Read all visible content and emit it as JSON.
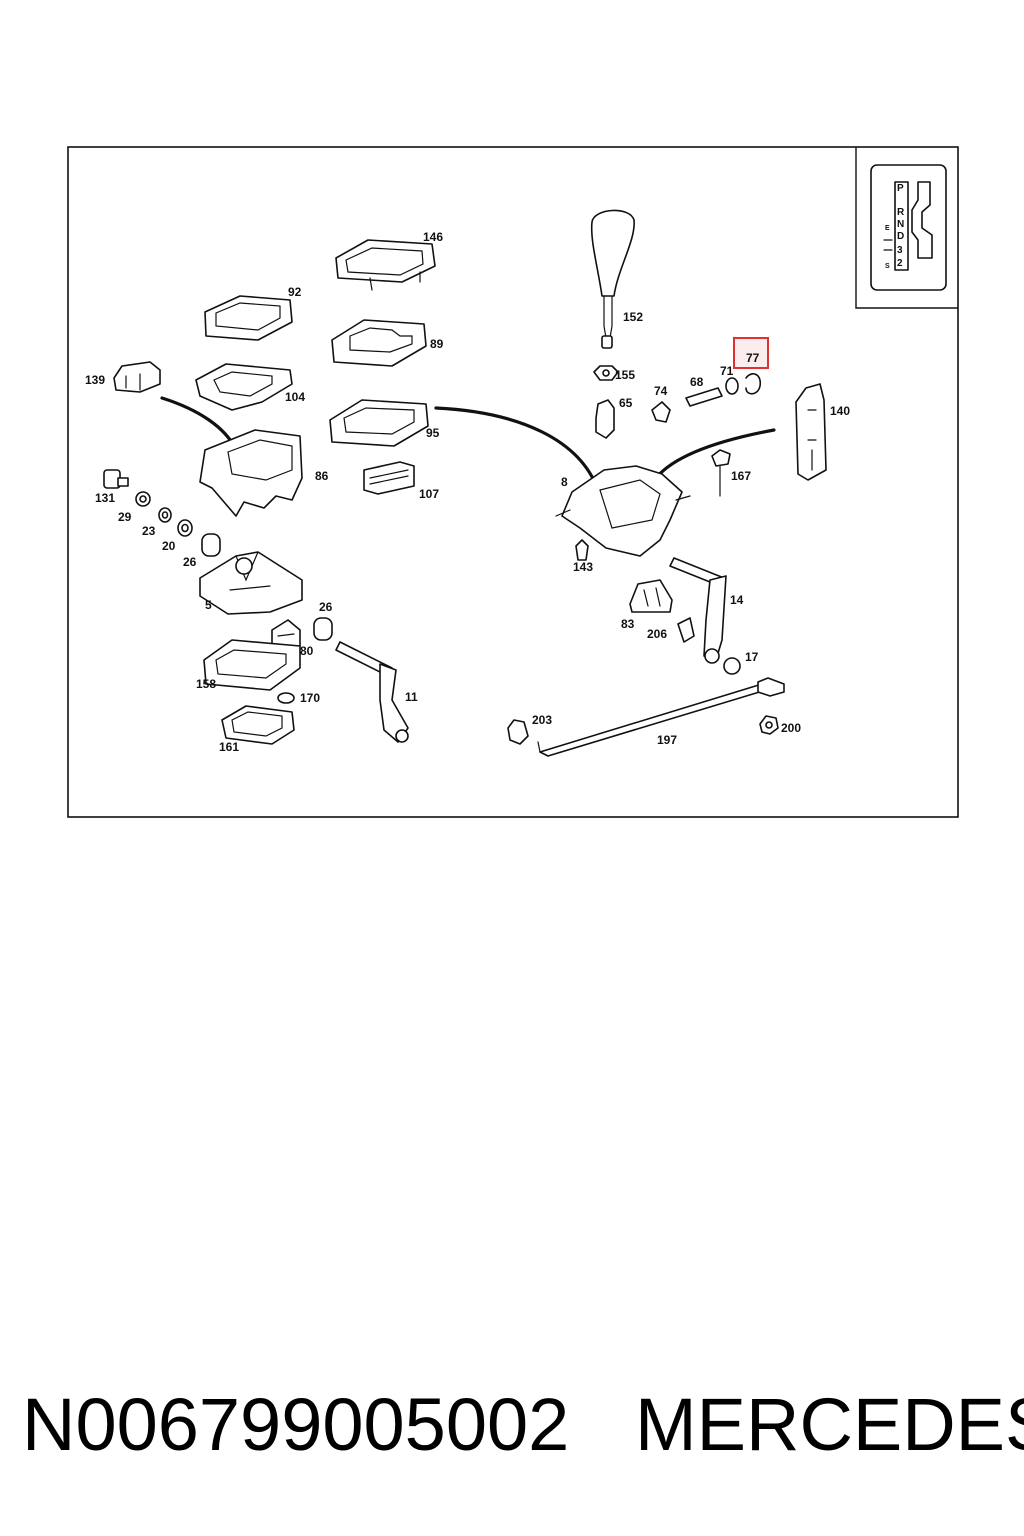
{
  "diagram": {
    "parts": [
      {
        "id": "p146",
        "label": "146"
      },
      {
        "id": "p92",
        "label": "92"
      },
      {
        "id": "p89",
        "label": "89"
      },
      {
        "id": "p139",
        "label": "139"
      },
      {
        "id": "p104",
        "label": "104"
      },
      {
        "id": "p95",
        "label": "95"
      },
      {
        "id": "p86",
        "label": "86"
      },
      {
        "id": "p107",
        "label": "107"
      },
      {
        "id": "p131",
        "label": "131"
      },
      {
        "id": "p29",
        "label": "29"
      },
      {
        "id": "p23",
        "label": "23"
      },
      {
        "id": "p20",
        "label": "20"
      },
      {
        "id": "p26a",
        "label": "26"
      },
      {
        "id": "p5",
        "label": "5"
      },
      {
        "id": "p26b",
        "label": "26"
      },
      {
        "id": "p80",
        "label": "80"
      },
      {
        "id": "p158",
        "label": "158"
      },
      {
        "id": "p170",
        "label": "170"
      },
      {
        "id": "p11",
        "label": "11"
      },
      {
        "id": "p161",
        "label": "161"
      },
      {
        "id": "p152",
        "label": "152"
      },
      {
        "id": "p77",
        "label": "77"
      },
      {
        "id": "p155",
        "label": "155"
      },
      {
        "id": "p74",
        "label": "74"
      },
      {
        "id": "p68",
        "label": "68"
      },
      {
        "id": "p71",
        "label": "71"
      },
      {
        "id": "p65",
        "label": "65"
      },
      {
        "id": "p140",
        "label": "140"
      },
      {
        "id": "p8",
        "label": "8"
      },
      {
        "id": "p167",
        "label": "167"
      },
      {
        "id": "p143",
        "label": "143"
      },
      {
        "id": "p14",
        "label": "14"
      },
      {
        "id": "p83",
        "label": "83"
      },
      {
        "id": "p206",
        "label": "206"
      },
      {
        "id": "p17",
        "label": "17"
      },
      {
        "id": "p203",
        "label": "203"
      },
      {
        "id": "p197",
        "label": "197"
      },
      {
        "id": "p200",
        "label": "200"
      }
    ],
    "highlighted_part": "77",
    "highlight_color": "#e03030",
    "shift_gate": {
      "positions": [
        "P",
        "R",
        "N",
        "D",
        "3",
        "2"
      ],
      "side_letters": [
        "E",
        "S"
      ]
    }
  },
  "caption": {
    "part_number": "N006799005002",
    "brand": "MERCEDES"
  }
}
